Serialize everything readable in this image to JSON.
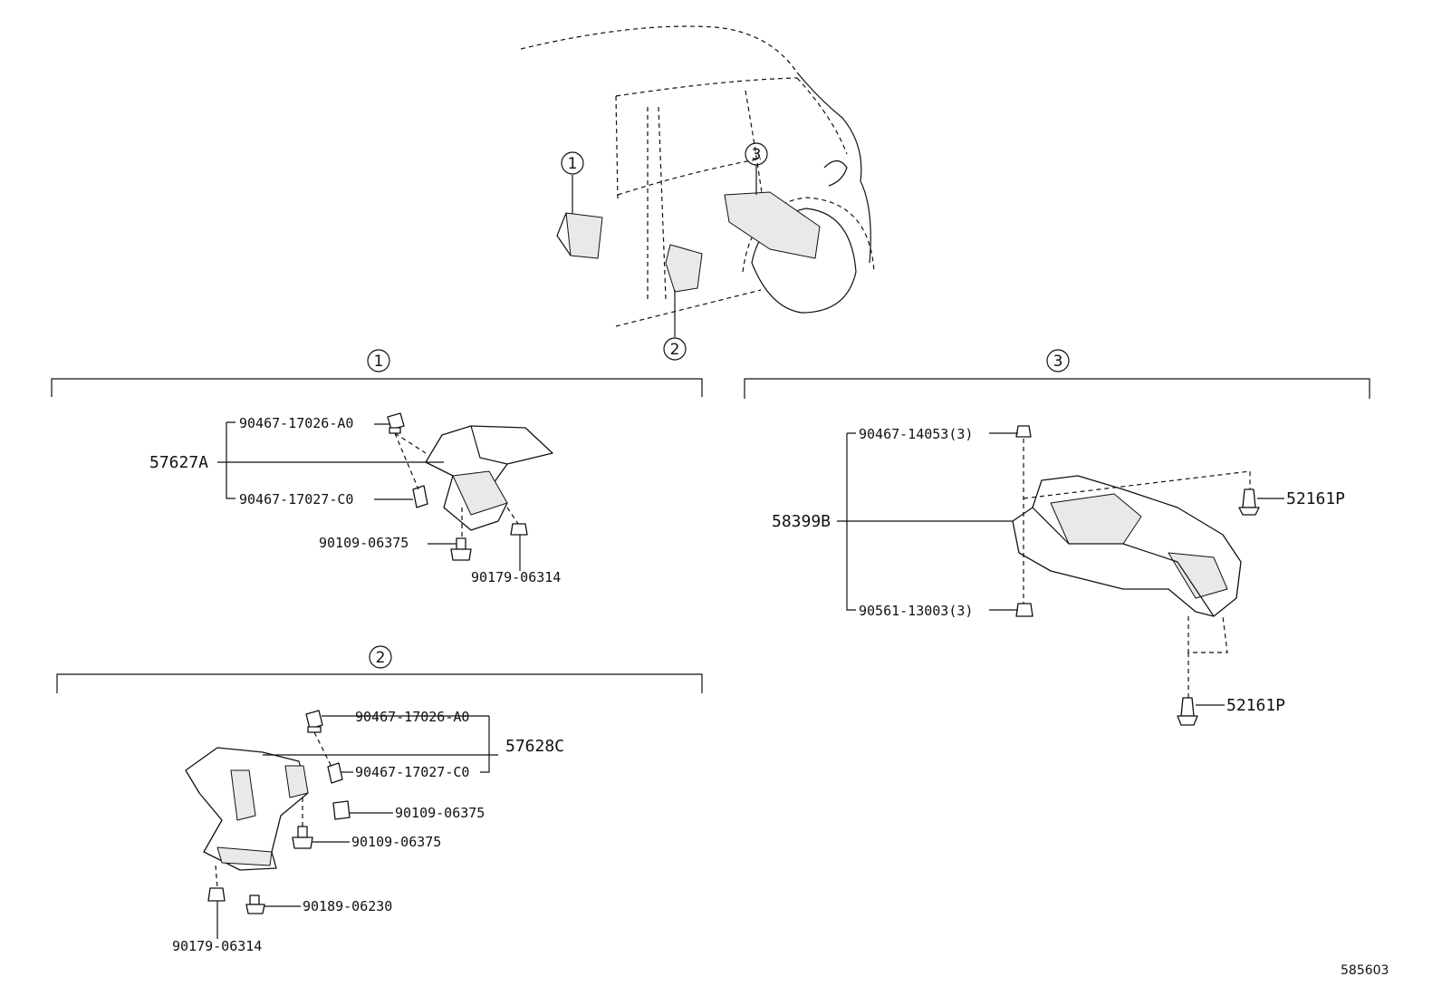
{
  "callouts": {
    "c1": "1",
    "c2": "2",
    "c3": "3"
  },
  "section1": {
    "assembly": "57627A",
    "parts": {
      "clip_top": "90467-17026-A0",
      "clip_bottom": "90467-17027-C0",
      "bolt": "90109-06375",
      "nut": "90179-06314"
    }
  },
  "section2": {
    "assembly": "57628C",
    "parts": {
      "clip_top": "90467-17026-A0",
      "clip_bottom": "90467-17027-C0",
      "bolt_a": "90109-06375",
      "bolt_b": "90109-06375",
      "bolt_c": "90189-06230",
      "nut": "90179-06314"
    }
  },
  "section3": {
    "assembly": "58399B",
    "parts": {
      "clip_top": "90467-14053(3)",
      "nut_bottom": "90561-13003(3)",
      "rivet_top": "52161P",
      "rivet_bottom": "52161P"
    }
  },
  "doc_id": "585603"
}
